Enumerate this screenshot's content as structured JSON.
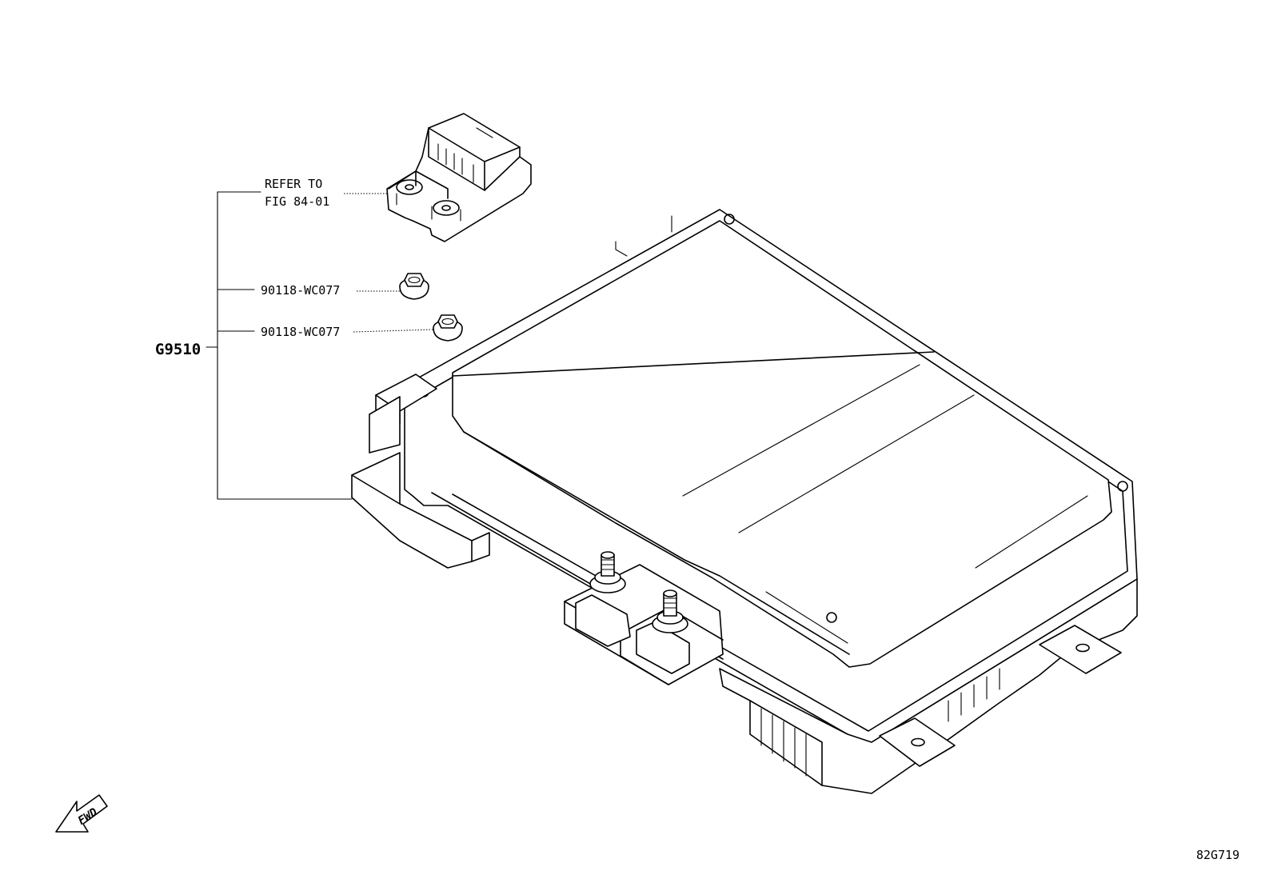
{
  "parts": {
    "main_assembly": "G9510",
    "relay_ref_line1": "REFER TO",
    "relay_ref_line2": "FIG 84-01",
    "nut_1": "90118-WC077",
    "nut_2": "90118-WC077"
  },
  "direction_marker": "FWD",
  "figure_id": "82G719"
}
